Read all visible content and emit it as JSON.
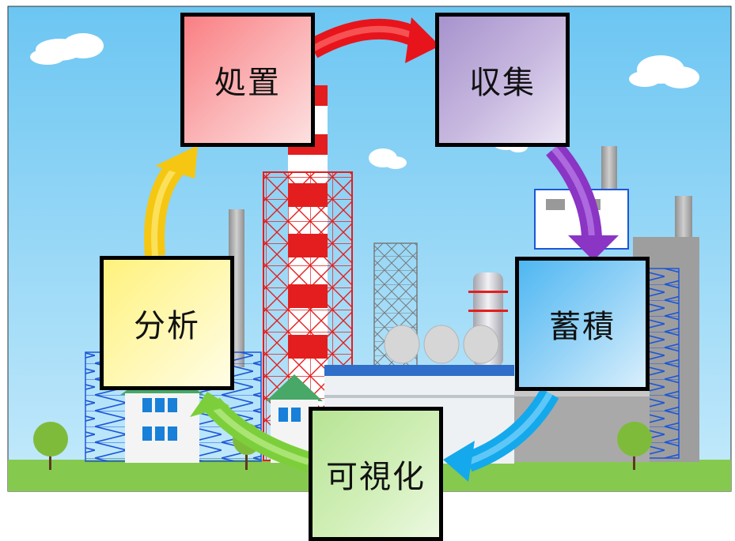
{
  "diagram": {
    "stages": {
      "disposal": {
        "label": "処置",
        "color": "#f97f83"
      },
      "collection": {
        "label": "収集",
        "color": "#a793cd"
      },
      "storage": {
        "label": "蓄積",
        "color": "#4fb7f2"
      },
      "visualize": {
        "label": "可視化",
        "color": "#b7e494"
      },
      "analysis": {
        "label": "分析",
        "color": "#fff27d"
      }
    },
    "cycle_order": [
      "処置",
      "収集",
      "蓄積",
      "可視化",
      "分析"
    ],
    "arrow_colors": {
      "disposal_to_collection": "#e8141b",
      "collection_to_storage": "#8a35c4",
      "storage_to_visualize": "#14a9ec",
      "visualize_to_analysis": "#7ccf3a",
      "analysis_to_disposal": "#f5c712"
    },
    "background": {
      "sky_color": "#8fd5f5",
      "ground_color": "#86c94f",
      "icon": "factory-plant-illustration"
    }
  }
}
